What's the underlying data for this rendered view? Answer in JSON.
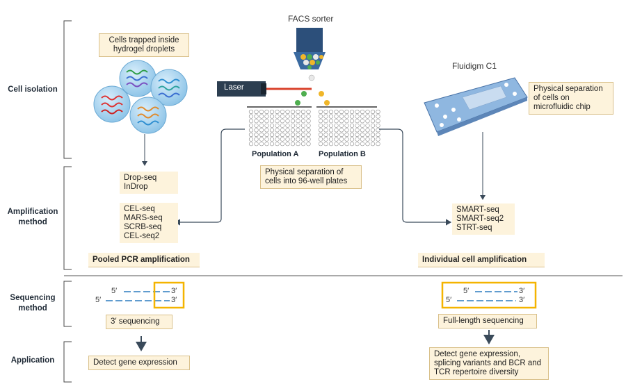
{
  "rows": {
    "cell_isolation": "Cell isolation",
    "amplification_line1": "Amplification",
    "amplification_line2": "method",
    "sequencing_line1": "Sequencing",
    "sequencing_line2": "method",
    "application": "Application"
  },
  "isolation": {
    "droplets_label": "Cells trapped inside hydrogel droplets",
    "facs_label": "FACS sorter",
    "laser_label": "Laser",
    "population_a": "Population A",
    "population_b": "Population B",
    "plates_label": "Physical separation of cells into 96-well plates",
    "fluidigm_label": "Fluidigm C1",
    "chip_label": "Physical separation of cells on microfluidic chip"
  },
  "amplification": {
    "droplet_methods": [
      "Drop-seq",
      "InDrop"
    ],
    "plate_methods": [
      "CEL-seq",
      "MARS-seq",
      "SCRB-seq",
      "CEL-seq2"
    ],
    "pooled_label": "Pooled PCR amplification",
    "individual_methods": [
      "SMART-seq",
      "SMART-seq2",
      "STRT-seq"
    ],
    "individual_label": "Individual cell amplification"
  },
  "sequencing": {
    "five_prime": "5′",
    "three_prime": "3′",
    "left_label": "3′ sequencing",
    "right_label": "Full-length sequencing"
  },
  "application": {
    "left": "Detect gene expression",
    "right": "Detect gene expression, splicing variants and BCR and TCR repertoire diversity"
  },
  "colors": {
    "box_fill": "#fdf3dc",
    "highlight": "#f4b400",
    "dna_blue": "#2b7bbf",
    "laser_red": "#d9412b",
    "arrow": "#3a4a5a"
  }
}
